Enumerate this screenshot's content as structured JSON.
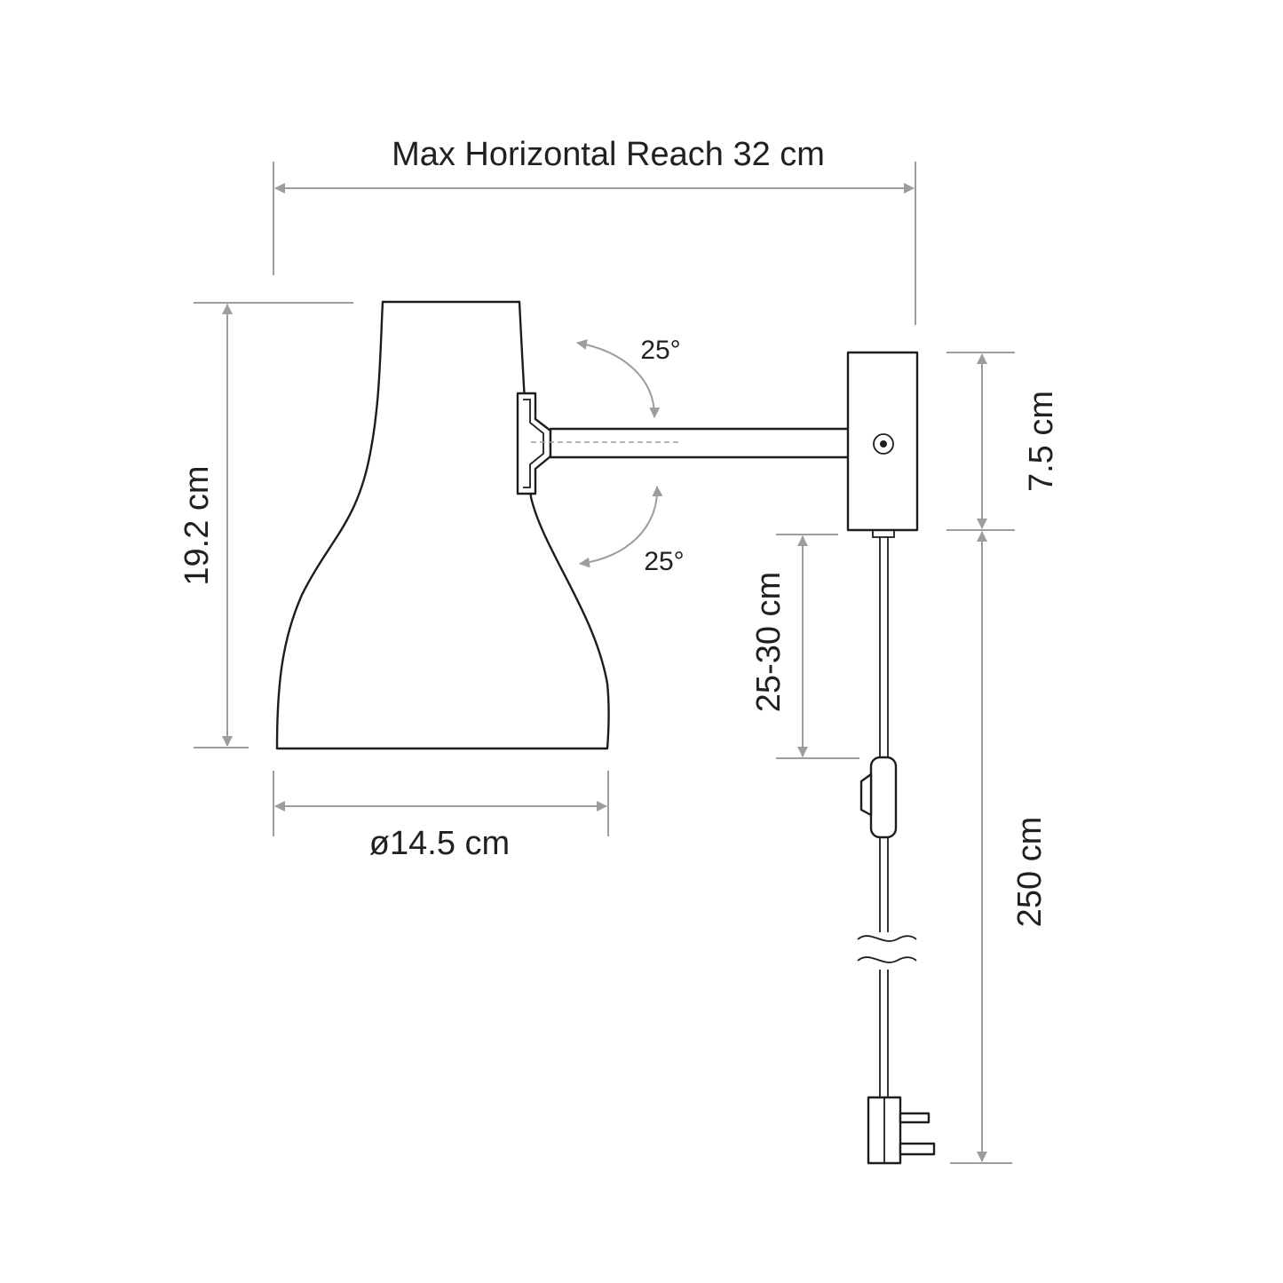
{
  "labels": {
    "max_reach": "Max Horizontal Reach 32 cm",
    "shade_height": "19.2 cm",
    "shade_diameter": "ø14.5 cm",
    "tilt_up": "25°",
    "tilt_down": "25°",
    "backplate_height": "7.5 cm",
    "switch_distance": "25-30 cm",
    "cable_length": "250 cm"
  },
  "colors": {
    "outline": "#1d1d1b",
    "dimension": "#9d9d9c",
    "text": "#231f20",
    "background": "#ffffff"
  }
}
